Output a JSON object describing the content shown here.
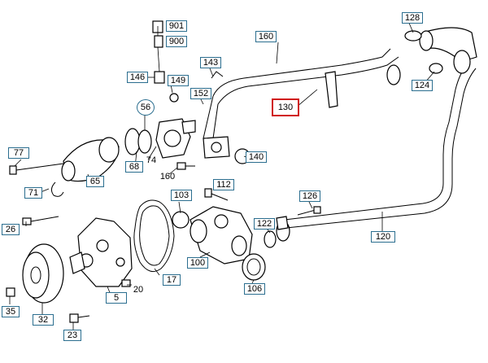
{
  "diagram": {
    "callouts": {
      "c901": "901",
      "c900": "900",
      "c160a": "160",
      "c128": "128",
      "c146": "146",
      "c149": "149",
      "c143": "143",
      "c124": "124",
      "c152": "152",
      "c56": "56",
      "c130": "130",
      "c77": "77",
      "c74": "74",
      "c68": "68",
      "c140": "140",
      "c160b": "160",
      "c65": "65",
      "c112": "112",
      "c71": "71",
      "c103": "103",
      "c126": "126",
      "c26": "26",
      "c122": "122",
      "c120": "120",
      "c100": "100",
      "c17": "17",
      "c20": "20",
      "c106": "106",
      "c5": "5",
      "c35": "35",
      "c32": "32",
      "c23": "23"
    },
    "selected_callout": "130",
    "highlight_color": "#d01919",
    "callout_border_color": "#2b6e8f"
  }
}
